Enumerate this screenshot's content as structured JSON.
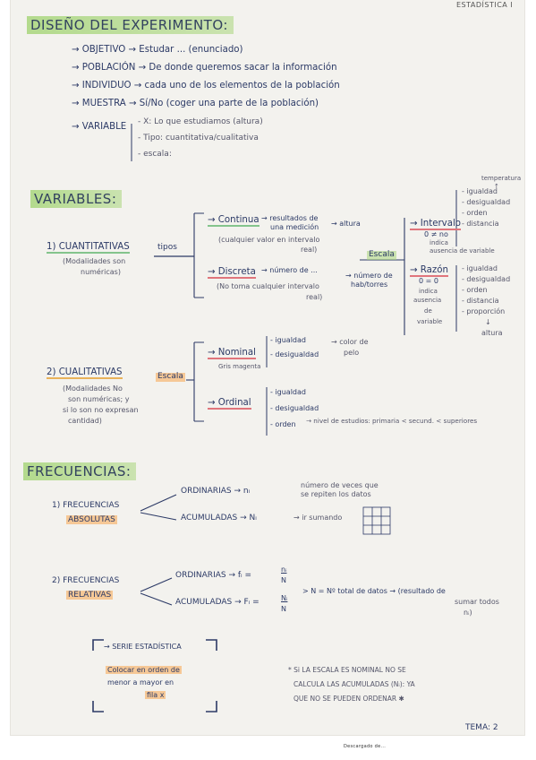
{
  "header_tag": "ESTADÍSTICA I",
  "diseno": {
    "title": "DISEÑO DEL EXPERIMENTO:",
    "objetivo": "→ OBJETIVO → Estudar ... (enunciado)",
    "poblacion": "→ POBLACIÓN → De donde queremos sacar la información",
    "individuo": "→ INDIVIDUO → cada uno de los elementos de la población",
    "muestra": "→ MUESTRA → Sí/No (coger una parte de la población)",
    "variable_label": "→ VARIABLE",
    "variable_items": [
      "- X: Lo que estudiamos (altura)",
      "- Tipo: cuantitativa/cualitativa",
      "- escala:"
    ]
  },
  "variables": {
    "title": "VARIABLES:",
    "cuant_title": "1) CUANTITATIVAS",
    "cuant_desc": [
      "(Modalidades son",
      "numéricas)"
    ],
    "tipos": "tipos",
    "continua": "→ Continua",
    "continua_desc": [
      "→ resultados de",
      "una medición",
      "(cualquier valor en intervalo",
      "real)"
    ],
    "continua_ex": "→ altura",
    "discreta": "→ Discreta",
    "discreta_desc": [
      "→ número de ...",
      "(No toma cualquier intervalo",
      "real)"
    ],
    "discreta_ex": [
      "→ número de",
      "hab/torres"
    ],
    "escala": "Escala",
    "temperatura": [
      "temperatura",
      "↑"
    ],
    "intervalo": "→ Intervalo",
    "intervalo_desc": [
      "0 ≠ no",
      "indica",
      "ausencia de variable"
    ],
    "intervalo_list": [
      "- igualdad",
      "- desigualdad",
      "- orden",
      "- distancia"
    ],
    "razon": "→ Razón",
    "razon_desc": [
      "0 = 0",
      "indica",
      "ausencia",
      "de",
      "variable"
    ],
    "razon_list": [
      "- igualdad",
      "- desigualdad",
      "- orden",
      "- distancia",
      "- proporción"
    ],
    "razon_ex": [
      "↓",
      "altura"
    ],
    "cual_title": "2) CUALITATIVAS",
    "cual_desc": [
      "(Modalidades No",
      "son numéricas; y",
      "si lo son no expresan",
      "cantidad)"
    ],
    "escala2": "Escala",
    "nominal": "→ Nominal",
    "nominal_list": [
      "- igualdad",
      "- desigualdad"
    ],
    "nominal_sub": "Gris magenta",
    "nominal_ex": [
      "→ color de",
      "pelo"
    ],
    "ordinal": "→ Ordinal",
    "ordinal_list": [
      "- igualdad",
      "- desigualdad",
      "- orden"
    ],
    "ordinal_ex": "→ nivel de estudios: primaria < secund. < superiores"
  },
  "frecuencias": {
    "title": "FRECUENCIAS:",
    "abs_title": [
      "1) FRECUENCIAS",
      "ABSOLUTAS"
    ],
    "abs_ord": "ORDINARIAS → nᵢ",
    "abs_ord_desc": [
      "número de veces que",
      "se repiten los datos"
    ],
    "abs_acu": "ACUMULADAS → Nᵢ",
    "abs_acu_desc": "→ ir sumando",
    "rel_title": [
      "2) FRECUENCIAS",
      "RELATIVAS"
    ],
    "rel_ord": "ORDINARIAS → fᵢ =",
    "rel_ord_frac": [
      "nᵢ",
      "N"
    ],
    "rel_acu": "ACUMULADAS → Fᵢ =",
    "rel_acu_frac": [
      "Nᵢ",
      "N"
    ],
    "rel_note": "> N = Nº total de datos → (resultado de",
    "rel_note2": [
      "sumar todos",
      "nᵢ)"
    ],
    "serie_title": "→ SERIE ESTADÍSTICA",
    "serie_desc": [
      "Colocar en orden de",
      "menor a mayor en",
      "fila x"
    ],
    "note": [
      "* Si LA ESCALA ES NOMINAL NO SE",
      "CALCULA LAS ACUMULADAS (Nᵢ): YA",
      "QUE NO SE PUEDEN ORDENAR ✱"
    ],
    "tema": "TEMA: 2"
  },
  "footer": "Descargado de..."
}
